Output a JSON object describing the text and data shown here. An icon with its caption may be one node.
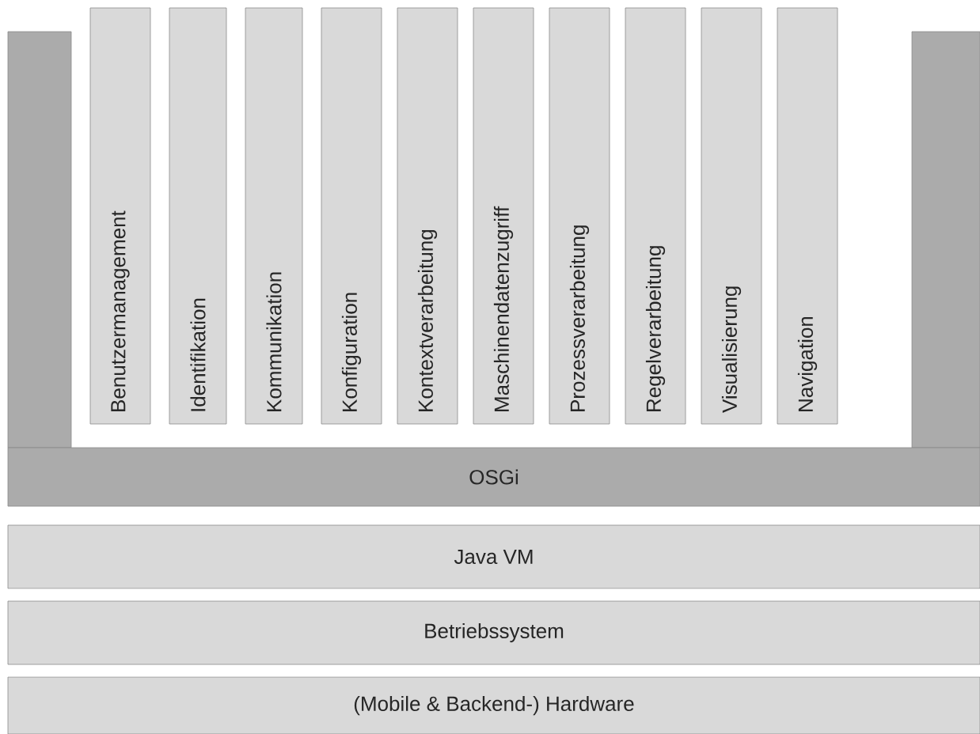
{
  "diagram": {
    "nodes": [
      {
        "text": [],
        "shape": "bar"
      },
      {
        "text": [
          "Benutzermanagement"
        ]
      },
      {
        "text": [
          "Identifikation"
        ]
      },
      {
        "text": [
          "Kommunikation"
        ]
      },
      {
        "text": [
          "Konfiguration"
        ]
      },
      {
        "text": [
          "Kontextverarbeitung"
        ]
      },
      {
        "text": [
          "Maschinendatenzugriff"
        ]
      },
      {
        "text": [
          "Prozessverarbeitung"
        ]
      },
      {
        "text": [
          "Regelverarbeitung"
        ]
      },
      {
        "text": [
          "Visualisierung"
        ]
      },
      {
        "text": [
          "Navigation"
        ]
      },
      {
        "text": [],
        "shape": "bar"
      },
      {
        "text": [
          "OSGi"
        ]
      },
      {
        "text": [
          "Java VM"
        ]
      },
      {
        "text": [
          "Betriebssystem"
        ]
      },
      {
        "text": [
          "(Mobile & Backend-) Hardware"
        ]
      }
    ]
  }
}
